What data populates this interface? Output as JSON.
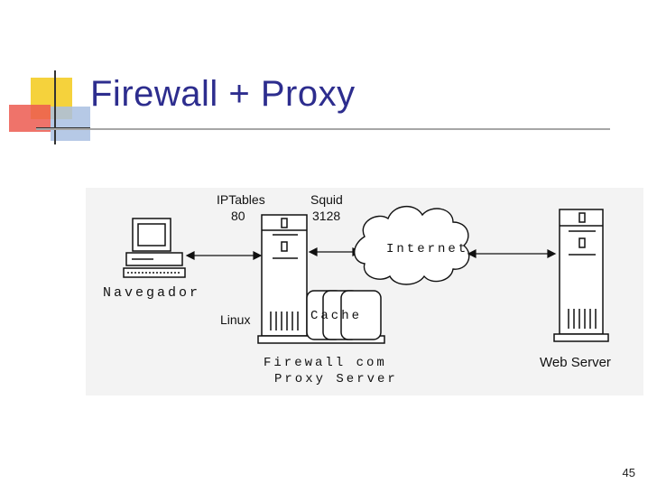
{
  "slide": {
    "title": "Firewall + Proxy",
    "page_number": "45"
  },
  "diagram": {
    "client_label": "Navegador",
    "iptables_label": "IPTables",
    "iptables_port": "80",
    "squid_label": "Squid",
    "squid_port": "3128",
    "internet_label": "Internet",
    "os_label": "Linux",
    "cache_label": "Cache",
    "server_caption_line1": "Firewall com",
    "server_caption_line2": "Proxy Server",
    "webserver_label": "Web Server"
  },
  "colors": {
    "title": "#2d2d8e",
    "accent_yellow": "#f5d23c",
    "accent_red": "#e8423c",
    "accent_blue": "#9ab4d9"
  }
}
